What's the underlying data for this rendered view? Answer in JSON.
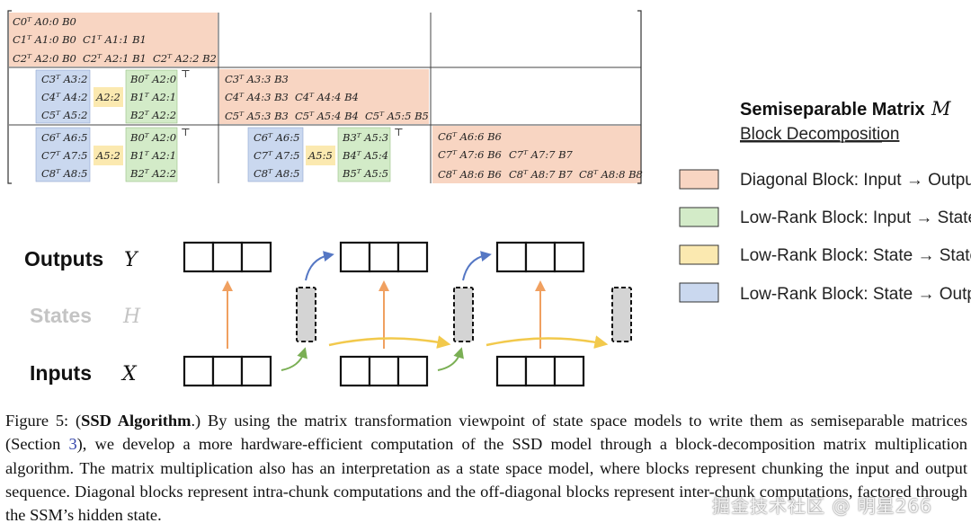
{
  "matrix": {
    "diag": {
      "r0": "C0ᵀ A0:0 B0",
      "r1": [
        "C1ᵀ A1:0 B0",
        "C1ᵀ A1:1 B1"
      ],
      "r2": [
        "C2ᵀ A2:0 B0",
        "C2ᵀ A2:1 B1",
        "C2ᵀ A2:2 B2"
      ],
      "r3": "C3ᵀ A3:3 B3",
      "r4": [
        "C4ᵀ A4:3 B3",
        "C4ᵀ A4:4 B4"
      ],
      "r5": [
        "C5ᵀ A5:3 B3",
        "C5ᵀ A5:4 B4",
        "C5ᵀ A5:5 B5"
      ],
      "r6": "C6ᵀ A6:6 B6",
      "r7": [
        "C7ᵀ A7:6 B6",
        "C7ᵀ A7:7 B7"
      ],
      "r8": [
        "C8ᵀ A8:6 B6",
        "C8ᵀ A8:7 B7",
        "C8ᵀ A8:8 B8"
      ]
    },
    "block10": {
      "c": [
        "C3ᵀ A3:2",
        "C4ᵀ A4:2",
        "C5ᵀ A5:2"
      ],
      "a": "A2:2",
      "b": [
        "B0ᵀ A2:0",
        "B1ᵀ A2:1",
        "B2ᵀ A2:2"
      ],
      "t": "⊤"
    },
    "block20": {
      "c": [
        "C6ᵀ A6:5",
        "C7ᵀ A7:5",
        "C8ᵀ A8:5"
      ],
      "a": "A5:2",
      "b": [
        "B0ᵀ A2:0",
        "B1ᵀ A2:1",
        "B2ᵀ A2:2"
      ],
      "t": "⊤"
    },
    "block21": {
      "c": [
        "C6ᵀ A6:5",
        "C7ᵀ A7:5",
        "C8ᵀ A8:5"
      ],
      "a": "A5:5",
      "b": [
        "B3ᵀ A5:3",
        "B4ᵀ A5:4",
        "B5ᵀ A5:5"
      ],
      "t": "⊤"
    }
  },
  "legend": {
    "title": "Semiseparable Matrix",
    "title_symbol": "M",
    "subtitle": "Block Decomposition",
    "items": [
      {
        "label": "Diagonal Block: Input → Output",
        "color": "#f8d5c2"
      },
      {
        "label": "Low-Rank Block: Input → State",
        "color": "#d3ebc8"
      },
      {
        "label": "Low-Rank Block: State → State",
        "color": "#fbe9b0"
      },
      {
        "label": "Low-Rank Block: State → Output",
        "color": "#cad8ef"
      }
    ]
  },
  "diagram": {
    "rows": [
      {
        "label": "Outputs",
        "symbol": "Y",
        "color": "#111111"
      },
      {
        "label": "States",
        "symbol": "H",
        "color": "#c4c4c4"
      },
      {
        "label": "Inputs",
        "symbol": "X",
        "color": "#111111"
      }
    ],
    "arrow_colors": {
      "orange": "#f0a060",
      "blue": "#5577c4",
      "yellow": "#f2c94c",
      "green": "#7aaf54"
    }
  },
  "caption": {
    "fig": "Figure 5:",
    "title": "SSD Algorithm",
    "part1": "By using the matrix transformation viewpoint of state space models to write them as semiseparable matrices (Section ",
    "ref": "3",
    "part2": "), we develop a more hardware-efficient computation of the SSD model through a block-decomposition matrix multiplication algorithm.  The matrix multiplication also has an interpretation as a state space model, where blocks represent chunking the input and output sequence. Diagonal blocks represent intra-chunk computations and the off-diagonal blocks represent inter-chunk computations, factored through the SSM’s hidden state."
  },
  "watermark": "掘金技术社区 @ 明星266"
}
